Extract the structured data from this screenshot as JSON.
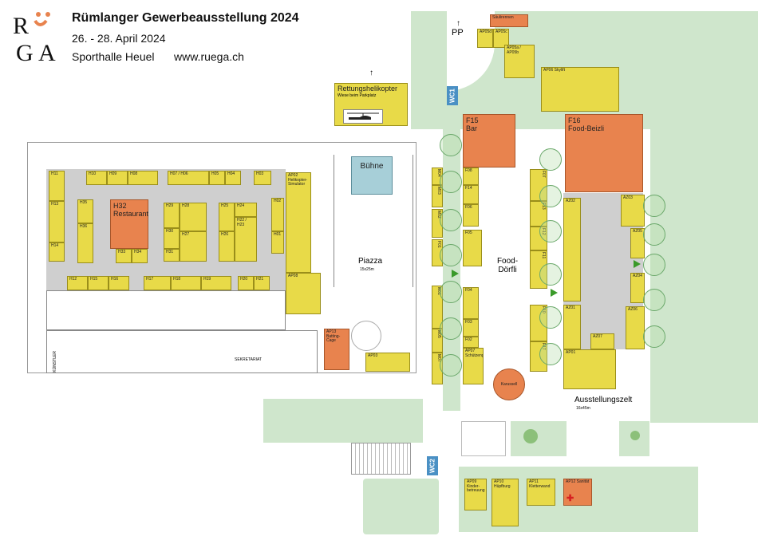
{
  "header": {
    "logo_text": "RüGA",
    "title": "Rümlanger Gewerbeausstellung 2024",
    "dates": "26. - 28. April 2024",
    "venue": "Sporthalle Heuel",
    "url": "www.ruega.ch"
  },
  "top": {
    "pp": "PP",
    "saeulirennen": "Säulirennen",
    "ap05d": "AP05d",
    "ap05c": "AP05c",
    "ap05a": "AP05a / AP05b",
    "ap06": "AP06 Skylift",
    "heli_title": "Rettungshelikopter",
    "heli_sub": "Wiese beim Parkplatz",
    "wc1": "WC1",
    "wc2": "WC2"
  },
  "hall": {
    "h11": "H11",
    "h10": "H10",
    "h09": "H09",
    "h08": "H08",
    "h07": "H07 / H06",
    "h05": "H05",
    "h04": "H04",
    "h03": "H03",
    "h02": "H02",
    "h01": "H01",
    "h13": "H13",
    "h14": "H14",
    "h35": "H35",
    "h36": "H36",
    "h32": "H32",
    "h32_sub": "Restaurant",
    "h33": "H33",
    "h34": "H34",
    "h29": "H29",
    "h28": "H28",
    "h30": "H30",
    "h27": "H27",
    "h31": "H31",
    "h25": "H25",
    "h24": "H24",
    "h22": "H22 / H23",
    "h26": "H26",
    "h12": "H12",
    "h15": "H15",
    "h16": "H16",
    "h17": "H17",
    "h18": "H18",
    "h19": "H19",
    "h20": "H20",
    "h21": "H21",
    "ap02": "AP02 Helikopter-Simulator",
    "ap08": "AP08",
    "ap13": "AP13 Batting-Cage",
    "ap03": "AP03",
    "kuenstler": "KÜNSTLER",
    "sekretariat": "SEKRETARIAT"
  },
  "piazza": {
    "buehne": "Bühne",
    "name": "Piazza",
    "size": "15x25m"
  },
  "food": {
    "f15": "F15",
    "f15_sub": "Bar",
    "f16": "F16",
    "f16_sub": "Food-Beizli",
    "label": "Food-Dörfli",
    "m04": "M04",
    "m03": "M03",
    "m02": "M02",
    "m01": "M01",
    "m05": "M05",
    "m07": "M07",
    "f08": "F08",
    "f14": "F14",
    "f06": "F06",
    "f01": "F01",
    "f05": "F05",
    "f04": "F04",
    "f03": "F03",
    "f02": "F02",
    "ap07": "AP07 Schützenpanzer",
    "f07": "F07",
    "f13": "F13",
    "f12": "F12",
    "f11": "F11",
    "f10": "F10",
    "f17": "F17",
    "karussell": "Karussell"
  },
  "tent": {
    "az02": "AZ02",
    "az03": "AZ03",
    "az05": "AZ05",
    "az04": "AZ04",
    "az01": "AZ01",
    "az06": "AZ06",
    "az07": "AZ07",
    "ap01": "AP01",
    "name": "Ausstellungszelt",
    "size": "16x45m"
  },
  "bottom": {
    "ap09": "AP09 Kinder-betreuung",
    "ap10": "AP10 Hüpfburg",
    "ap11": "AP11 Kletterwand",
    "ap12": "AP12 Sanität"
  },
  "colors": {
    "stand": "#e8da48",
    "food": "#e8834e",
    "grass": "#cfe6cc",
    "floor": "#cfcfcf",
    "wc": "#4a90c4"
  }
}
